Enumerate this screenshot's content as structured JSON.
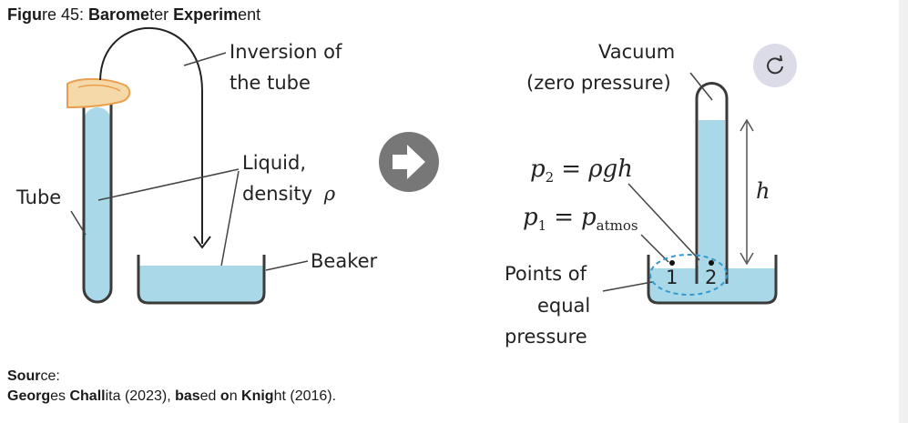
{
  "figure": {
    "title_parts": [
      {
        "text": "Figu",
        "bold": true
      },
      {
        "text": "re 45: ",
        "bold": false
      },
      {
        "text": "Barome",
        "bold": true
      },
      {
        "text": "ter ",
        "bold": false
      },
      {
        "text": "Experim",
        "bold": true
      },
      {
        "text": "ent",
        "bold": false
      }
    ]
  },
  "labels": {
    "inversion_line1": "Inversion of",
    "inversion_line2": "the tube",
    "tube": "Tube",
    "liquid_line1": "Liquid,",
    "liquid_line2": "density",
    "rho": "ρ",
    "beaker": "Beaker",
    "vacuum_line1": "Vacuum",
    "vacuum_line2": "(zero pressure)",
    "p2_var": "p",
    "p2_sub": "2",
    "p2_rhs": "= ρgh",
    "p1_var": "p",
    "p1_sub": "1",
    "p1_eq": "=",
    "p1_rhs_var": "p",
    "p1_rhs_sub": "atmos",
    "h": "h",
    "points_line1": "Points of",
    "points_line2": "equal",
    "points_line3": "pressure",
    "point1": "1",
    "point2": "2"
  },
  "source": {
    "heading_parts": [
      {
        "text": "Sour",
        "bold": true
      },
      {
        "text": "ce:",
        "bold": false
      }
    ],
    "line_parts": [
      {
        "text": "Georg",
        "bold": true
      },
      {
        "text": "es ",
        "bold": false
      },
      {
        "text": "Chall",
        "bold": true
      },
      {
        "text": "ita (2023), ",
        "bold": false
      },
      {
        "text": "bas",
        "bold": true
      },
      {
        "text": "ed ",
        "bold": false
      },
      {
        "text": "o",
        "bold": true
      },
      {
        "text": "n ",
        "bold": false
      },
      {
        "text": "Knig",
        "bold": true
      },
      {
        "text": "ht (2016).",
        "bold": false
      }
    ]
  },
  "colors": {
    "liquid": "#a9d8e8",
    "outline": "#3a3a3a",
    "finger": "#f6d9a8",
    "arrow_circle": "#777777",
    "dashed": "#3399cc",
    "reset_bg": "#dcdce8"
  },
  "icons": {
    "arrow": "right-arrow-icon",
    "reset": "reload-icon"
  }
}
